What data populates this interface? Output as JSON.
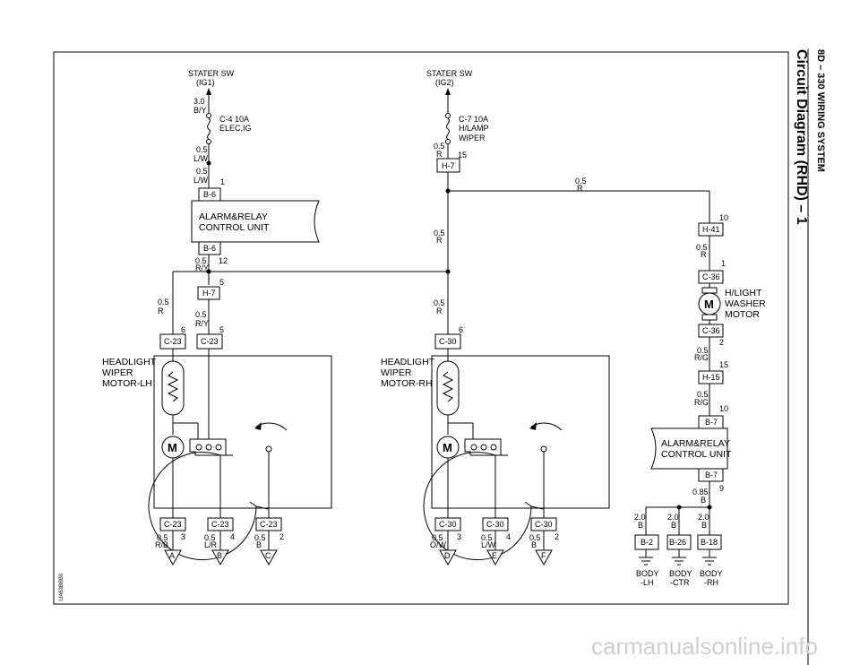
{
  "header": {
    "section": "8D – 330 WIRING SYSTEM",
    "title": "Circuit Diagram (RHD) – 1"
  },
  "figure_code": "UA63BBB0",
  "watermark": "carmanualsonline.info",
  "power": {
    "ig1": {
      "name": "STATER SW",
      "sub": "(IG1)"
    },
    "ig2": {
      "name": "STATER SW",
      "sub": "(IG2)"
    }
  },
  "fuses": {
    "c4": {
      "line1": "C-4 10A",
      "line2": "ELEC,IG"
    },
    "c7": {
      "line1": "C-7 10A",
      "line2": "H/LAMP",
      "line3": "WIPER"
    }
  },
  "wires": {
    "ig1_size": "3.0",
    "ig1_color": "B/Y",
    "w1_size": "0.5",
    "w1_color": "L/W",
    "w2_size": "0.5",
    "w2_color": "L/W",
    "w3_size": "0.5",
    "w3_color": "R/Y",
    "w4_size": "0.5",
    "w4_color": "R",
    "w5_size": "0.5",
    "w5_color": "R/Y",
    "w6_size": "0.5",
    "w6_color": "R",
    "w7_size": "0.5",
    "w7_color": "R",
    "w8_size": "0.5",
    "w8_color": "R",
    "w9_size": "0.5",
    "w9_color": "R",
    "w10_size": "0.5",
    "w10_color": "R",
    "w11_size": "0.5",
    "w11_color": "R/G",
    "w12_size": "0.5",
    "w12_color": "R/G",
    "w13_size": "0.85",
    "w13_color": "B",
    "wa_size": "0.5",
    "wa_color": "R/B",
    "wb_size": "0.5",
    "wb_color": "L/R",
    "wc_size": "0.5",
    "wc_color": "B",
    "wd_size": "0.5",
    "wd_color": "O/W",
    "we_size": "0.5",
    "we_color": "L/W",
    "wf_size": "0.5",
    "wf_color": "B",
    "g1_size": "2.0",
    "g1_color": "B",
    "g2_size": "2.0",
    "g2_color": "B",
    "g3_size": "2.0",
    "g3_color": "B"
  },
  "pins": {
    "b6_top": "1",
    "b6_bot": "12",
    "h7_left": "5",
    "h7_right": "15",
    "c23_r": "6",
    "c23_w": "5",
    "c30_top": "6",
    "h41": "10",
    "c36_top": "1",
    "c36_bot": "2",
    "h15": "15",
    "b7_top": "10",
    "b7_bot": "9",
    "c23_a": "3",
    "c23_b": "4",
    "c23_c": "2",
    "c30_d": "3",
    "c30_e": "4",
    "c30_f": "2"
  },
  "connectors": {
    "b6": "B-6",
    "h7": "H-7",
    "c23": "C-23",
    "c30": "C-30",
    "h41": "H-41",
    "c36": "C-36",
    "h15": "H-15",
    "b7": "B-7",
    "b2": "B-2",
    "b26": "B-26",
    "b18": "B-18"
  },
  "units": {
    "alarm1_l1": "ALARM&RELAY",
    "alarm1_l2": "CONTROL UNIT",
    "alarm2_l1": "ALARM&RELAY",
    "alarm2_l2": "CONTROL UNIT",
    "motor_lh_l1": "HEADLIGHT",
    "motor_lh_l2": "WIPER",
    "motor_lh_l3": "MOTOR-LH",
    "motor_rh_l1": "HEADLIGHT",
    "motor_rh_l2": "WIPER",
    "motor_rh_l3": "MOTOR-RH",
    "washer_l1": "H/LIGHT",
    "washer_l2": "WASHER",
    "washer_l3": "MOTOR",
    "motor_symbol": "M"
  },
  "terminals": {
    "a": "A",
    "b": "B",
    "c": "C",
    "d": "D",
    "e": "E",
    "f": "F"
  },
  "grounds": {
    "lh_l1": "BODY",
    "lh_l2": "-LH",
    "ctr_l1": "BODY",
    "ctr_l2": "-CTR",
    "rh_l1": "BODY",
    "rh_l2": "-RH"
  }
}
